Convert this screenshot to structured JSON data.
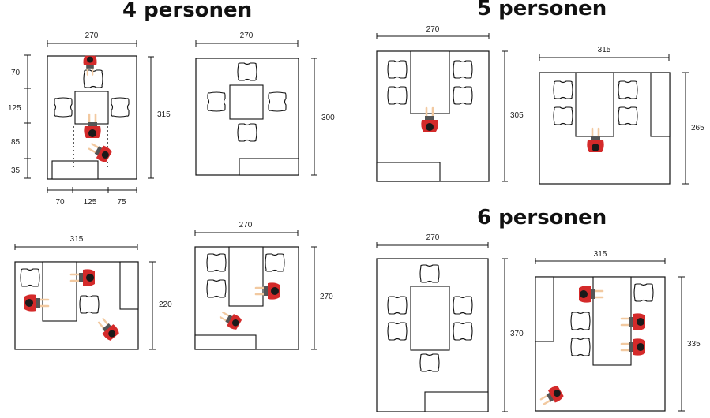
{
  "headings": {
    "four": "4 personen",
    "five": "5 personen",
    "six": "6 personen"
  },
  "dims": {
    "a_top": "270",
    "a_side": "315",
    "a_left_1": "70",
    "a_left_2": "125",
    "a_left_3": "85",
    "a_left_4": "35",
    "a_bottom_1": "70",
    "a_bottom_2": "125",
    "a_bottom_3": "75",
    "b_top": "270",
    "b_side": "300",
    "c_top": "315",
    "c_side": "220",
    "d_top": "270",
    "d_side": "270",
    "e_top": "270",
    "e_side": "305",
    "f_top": "315",
    "f_side": "265",
    "g_top": "270",
    "g_side": "370",
    "h_top": "315",
    "h_side": "335"
  },
  "colors": {
    "person_shirt": "#d42a2a",
    "person_head": "#1a1a1a",
    "person_skin": "#f2c9a0",
    "person_chair": "#555555",
    "line": "#111111"
  }
}
